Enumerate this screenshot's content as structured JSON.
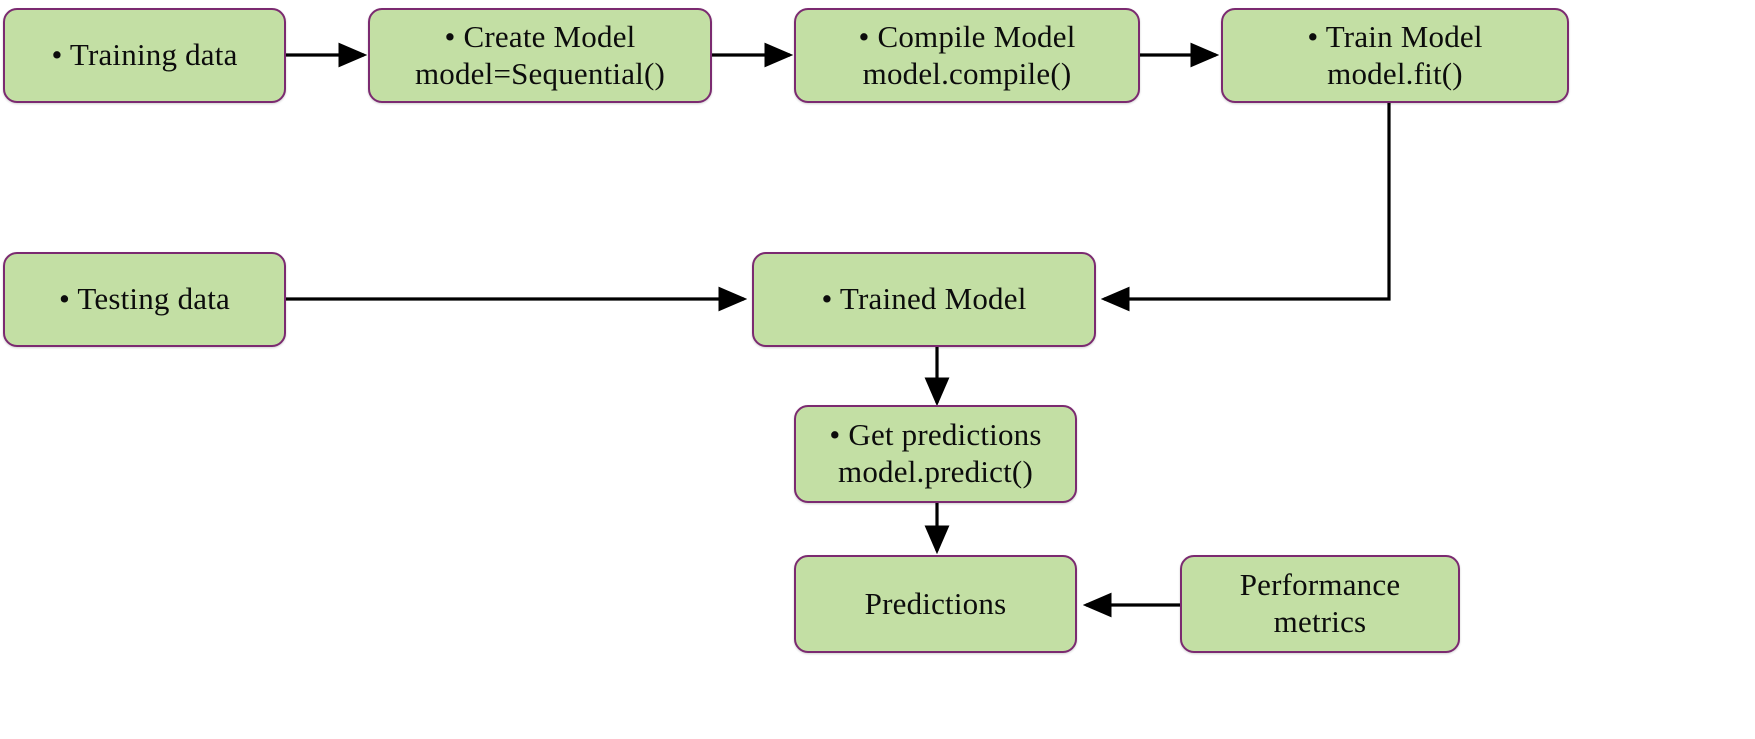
{
  "diagram": {
    "title": "Keras model workflow flowchart",
    "colors": {
      "node_fill": "#c3dfa4",
      "node_border": "#7b2a70",
      "edge": "#000000",
      "text": "#0c0c0c"
    },
    "nodes": [
      {
        "id": "training-data",
        "label": "• Training data"
      },
      {
        "id": "create-model",
        "label": "• Create Model\nmodel=Sequential()"
      },
      {
        "id": "compile-model",
        "label": "• Compile Model\nmodel.compile()"
      },
      {
        "id": "train-model",
        "label": "• Train Model\nmodel.fit()"
      },
      {
        "id": "testing-data",
        "label": "• Testing data"
      },
      {
        "id": "trained-model",
        "label": "• Trained Model"
      },
      {
        "id": "get-predictions",
        "label": "• Get predictions\nmodel.predict()"
      },
      {
        "id": "predictions",
        "label": "Predictions"
      },
      {
        "id": "performance-metrics",
        "label": "Performance\nmetrics"
      }
    ],
    "edges": [
      {
        "id": "edge-training-to-create",
        "from": "training-data",
        "to": "create-model"
      },
      {
        "id": "edge-create-to-compile",
        "from": "create-model",
        "to": "compile-model"
      },
      {
        "id": "edge-compile-to-train",
        "from": "compile-model",
        "to": "train-model"
      },
      {
        "id": "edge-train-to-trained",
        "from": "train-model",
        "to": "trained-model"
      },
      {
        "id": "edge-testing-to-trained",
        "from": "testing-data",
        "to": "trained-model"
      },
      {
        "id": "edge-trained-to-predictions",
        "from": "trained-model",
        "to": "get-predictions"
      },
      {
        "id": "edge-getpred-to-predictions",
        "from": "get-predictions",
        "to": "predictions"
      },
      {
        "id": "edge-metrics-to-predictions",
        "from": "performance-metrics",
        "to": "predictions"
      }
    ]
  }
}
